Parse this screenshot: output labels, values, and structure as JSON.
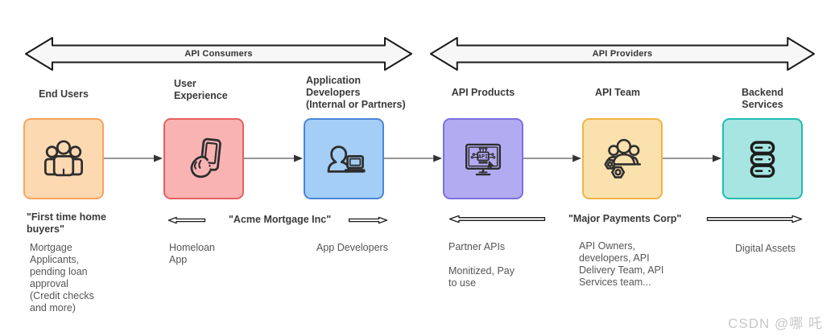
{
  "top_arrows": [
    {
      "label": "API Consumers"
    },
    {
      "label": "API Providers"
    }
  ],
  "columns": [
    {
      "header": "End Users",
      "icon": "users-group-icon"
    },
    {
      "header": "User\nExperience",
      "icon": "hand-phone-icon"
    },
    {
      "header": "Application\nDevelopers\n(Internal or Partners)",
      "icon": "developer-laptop-icon"
    },
    {
      "header": "API Products",
      "icon": "api-monitor-icon"
    },
    {
      "header": "API Team",
      "icon": "team-gears-icon"
    },
    {
      "header": "Backend Services",
      "icon": "server-stack-icon"
    }
  ],
  "icons": {
    "api_chip_label": "API"
  },
  "annotations": {
    "end_users_quote": "\"First time home\nbuyers\"",
    "end_users_desc": "Mortgage\nApplicants,\npending loan\napproval\n(Credit checks\nand more)",
    "user_experience_desc": "Homeloan\nApp",
    "acme_quote": "\"Acme Mortgage Inc\"",
    "app_developers_desc": "App Developers",
    "api_products_desc_1": "Partner APIs",
    "api_products_desc_2": "Monitized, Pay\nto use",
    "major_payments_quote": "\"Major Payments Corp\"",
    "api_team_desc": "API Owners,\ndevelopers, API\nDelivery Team, API\nServices team...",
    "backend_services_desc": "Digital Assets"
  },
  "watermark": "CSDN @哪 吒",
  "colors": {
    "end_users_box": {
      "fill": "#FCD9B1",
      "border": "#F5A55C"
    },
    "user_experience_box": {
      "fill": "#F9B3B3",
      "border": "#E66060"
    },
    "app_developers_box": {
      "fill": "#A4CEF5",
      "border": "#4A86D8"
    },
    "api_products_box": {
      "fill": "#B3ABF1",
      "border": "#7D6FE0"
    },
    "api_team_box": {
      "fill": "#FBE1AE",
      "border": "#EFB347"
    },
    "backend_services_box": {
      "fill": "#A6E5E1",
      "border": "#21BCB4"
    },
    "arrow_fill": "#F7F7F7",
    "arrow_stroke": "#1a1a1a",
    "connector_line": "#757575",
    "connector_head": "#333333"
  }
}
